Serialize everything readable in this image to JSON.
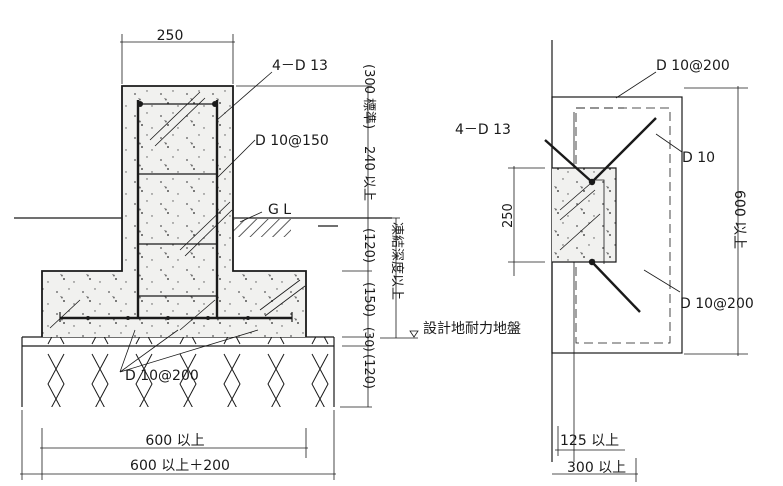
{
  "section": {
    "dims": {
      "stem_width": "250",
      "footing_width_min": "600 以上",
      "footing_width_total": "600 以上＋200"
    },
    "vertical_dims": {
      "stem_height": "240 以上",
      "standard_note": "(300 標準)",
      "d120_upper": "(120)",
      "frost_depth": "凍結深度以上",
      "d150": "(150)",
      "d30": "(30)",
      "d120_lower": "(120)"
    },
    "labels": {
      "main_bar": "4－D 13",
      "hoop": "D 10@150",
      "ground_line": "G L",
      "bottom_bar": "D 10@200",
      "bearing": "設計地耐力地盤"
    }
  },
  "plan": {
    "labels": {
      "top_bar": "D 10@200",
      "main_bar": "4－D 13",
      "hoop": "D 10",
      "lower_bar": "D 10@200"
    },
    "dims": {
      "stem_width": "250",
      "depth": "600 以上",
      "offset": "125 以上",
      "width": "300 以上"
    }
  }
}
